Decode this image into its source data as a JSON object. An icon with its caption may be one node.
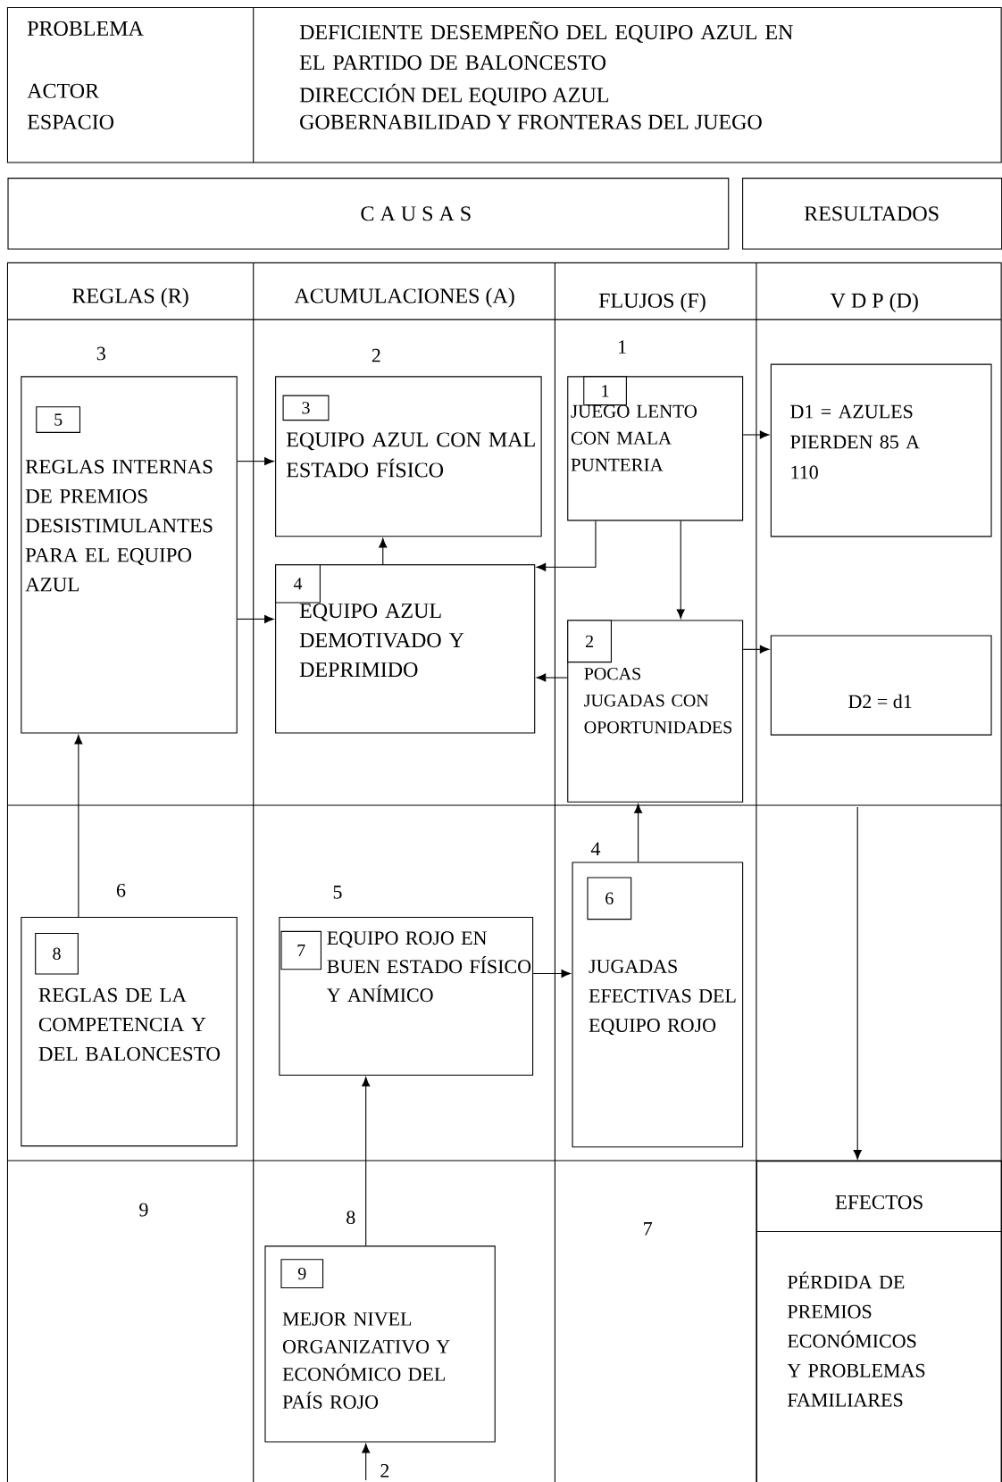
{
  "diagram": {
    "nodes": [
      {
        "text": [
          "C A U S A S"
        ]
      },
      {
        "text": [
          "RESULTADOS"
        ]
      },
      {
        "text": [
          "REGLAS INTERNAS DE PREMIOS DESISTIMULANTES PARA EL EQUIPO AZUL"
        ]
      },
      {
        "text": [
          "5"
        ],
        "in": 2
      },
      {
        "text": [
          "EQUIPO AZUL CON MAL ESTADO FÍSICO"
        ]
      },
      {
        "text": [
          "3"
        ],
        "in": 4
      },
      {
        "text": [
          "EQUIPO AZUL DEMOTIVADO Y DEPRIMIDO"
        ]
      },
      {
        "text": [
          "4"
        ],
        "in": 6
      },
      {
        "text": [
          "JUEGO LENTO CON MALA PUNTERIA"
        ]
      },
      {
        "text": [
          "1"
        ],
        "in": 8
      },
      {
        "text": [
          "POCAS JUGADAS CON OPORTUNIDADES"
        ]
      },
      {
        "text": [
          "2"
        ],
        "in": 10
      },
      {
        "text": [
          "D1 = AZULES PIERDEN 85 A 110"
        ]
      },
      {
        "text": [
          "D2 = d1"
        ]
      },
      {
        "text": [
          "REGLAS DE LA COMPETENCIA Y DEL BALONCESTO"
        ]
      },
      {
        "text": [
          "8"
        ],
        "in": 14
      },
      {
        "text": [
          "EQUIPO ROJO EN BUEN ESTADO FÍSICO Y ANÍMICO"
        ]
      },
      {
        "text": [
          "7"
        ],
        "in": 16
      },
      {
        "text": [
          "JUGADAS EFECTIVAS DEL EQUIPO ROJO"
        ]
      },
      {
        "text": [
          "6"
        ],
        "in": 18
      },
      {
        "text": [
          "MEJOR NIVEL ORGANIZATIVO Y ECONÓMICO DEL PAÍS ROJO"
        ]
      },
      {
        "text": [
          "9"
        ],
        "in": 20
      },
      {
        "text": [
          "EFECTOS",
          "PÉRDIDA DE PREMIOS ECONÓMICOS Y PROBLEMAS FAMILIARES"
        ]
      }
    ],
    "edges": [
      {
        "from": 2,
        "to": 4,
        "arrow": "to"
      },
      {
        "from": 2,
        "to": 6,
        "arrow": "to"
      },
      {
        "from": 6,
        "to": 4,
        "arrow": "to"
      },
      {
        "from": 8,
        "to": 6,
        "arrow": "to"
      },
      {
        "from": 8,
        "to": 10,
        "arrow": "to"
      },
      {
        "from": 8,
        "to": 12,
        "arrow": "to"
      },
      {
        "from": 10,
        "to": 6,
        "arrow": "to"
      },
      {
        "from": 10,
        "to": 13,
        "arrow": "to"
      },
      {
        "from": 14,
        "to": 2,
        "arrow": "to"
      },
      {
        "from": 16,
        "to": 18,
        "arrow": "to"
      },
      {
        "from": 18,
        "to": 10,
        "arrow": "to"
      },
      {
        "from": 20,
        "to": 16,
        "arrow": "to"
      },
      {
        "from": null,
        "to": 20,
        "arrow": "to"
      },
      {
        "from": null,
        "to": 22,
        "arrow": "to"
      }
    ],
    "labels": [
      "PROBLEMA",
      "DEFICIENTE DESEMPEÑO DEL EQUIPO AZUL EN EL PARTIDO DE BALONCESTO",
      "ACTOR",
      "DIRECCIÓN DEL EQUIPO AZUL",
      "ESPACIO",
      "GOBERNABILIDAD Y FRONTERAS DEL JUEGO",
      "REGLAS (R)",
      "ACUMULACIONES (A)",
      "FLUJOS (F)",
      "V D P (D)",
      "3",
      "2",
      "1",
      "6",
      "5",
      "4",
      "9",
      "8",
      "7",
      "2"
    ]
  }
}
